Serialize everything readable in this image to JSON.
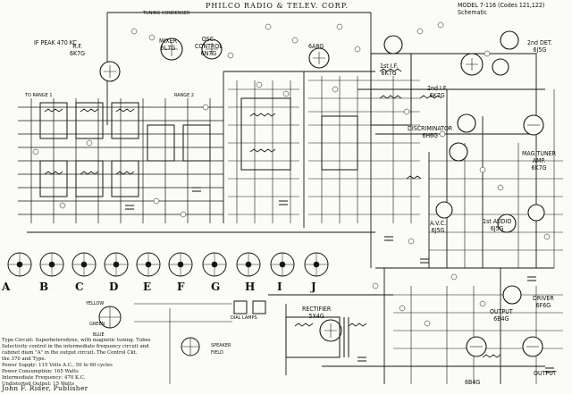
{
  "header": {
    "title": "PHILCO RADIO & TELEV. CORP.",
    "model_line": "MODEL 7-116 (Codes 121,122)",
    "schematic": "Schematic",
    "if_peak": "IF PEAK 470 KC",
    "tuning_condenser": "TUNING CONDENSER"
  },
  "tubes": {
    "rf": [
      "R.F.",
      "6K7G"
    ],
    "mixer": [
      "MIXER",
      "6L7G"
    ],
    "osc": [
      "OSC.",
      "6N7G"
    ],
    "osc_control": [
      "CONTROL"
    ],
    "osc_control_tube": "6A8G",
    "first_if": [
      "1st I.F.",
      "6K7G"
    ],
    "second_if": [
      "2nd I.F.",
      "6K7G"
    ],
    "second_det": [
      "2nd DET.",
      "6J5G"
    ],
    "discriminator": [
      "DISCRIMINATOR",
      "6H6G"
    ],
    "mag_tuner": [
      "MAG.TUNER",
      "6K7G"
    ],
    "mag_amp": "AMP.",
    "avc": [
      "A.V.C.",
      "6J5G"
    ],
    "first_audio": [
      "1st AUDIO",
      "6J5G"
    ],
    "rectifier": [
      "RECTIFIER",
      "5X4G"
    ],
    "driver": [
      "DRIVER",
      "6F6G"
    ],
    "output": [
      "OUTPUT",
      "6B4G"
    ],
    "output_label": "OUTPUT"
  },
  "labels": {
    "gang_1": "TO RANGE 1",
    "gang_2": "RANGE 2",
    "band_letters": [
      "A",
      "B",
      "C",
      "D",
      "E",
      "F",
      "G",
      "H",
      "I",
      "J"
    ],
    "green": "GREEN",
    "blue": "BLUE",
    "yellow": "YELLOW",
    "speaker": "SPEAKER",
    "field": "FIELD",
    "dial_lamps": "DIAL LAMPS"
  },
  "notes": [
    "Type Circuit: Superheterodyne, with magnetic tuning. Tubes",
    "Selectivity control in the intermediate frequency circuit and",
    "cabinet diam \"A\" in the output circuit. The Control Ckt.",
    "the 370 and Type.",
    "Power Supply: 115 Volts A.C., 50 to 60 cycles",
    "Power Consumption: 165 Watts",
    "Intermediate Frequency: 470 K.C.",
    "Undistorted Output: 15 Watts"
  ],
  "footer": "John F. Rider, Publisher"
}
